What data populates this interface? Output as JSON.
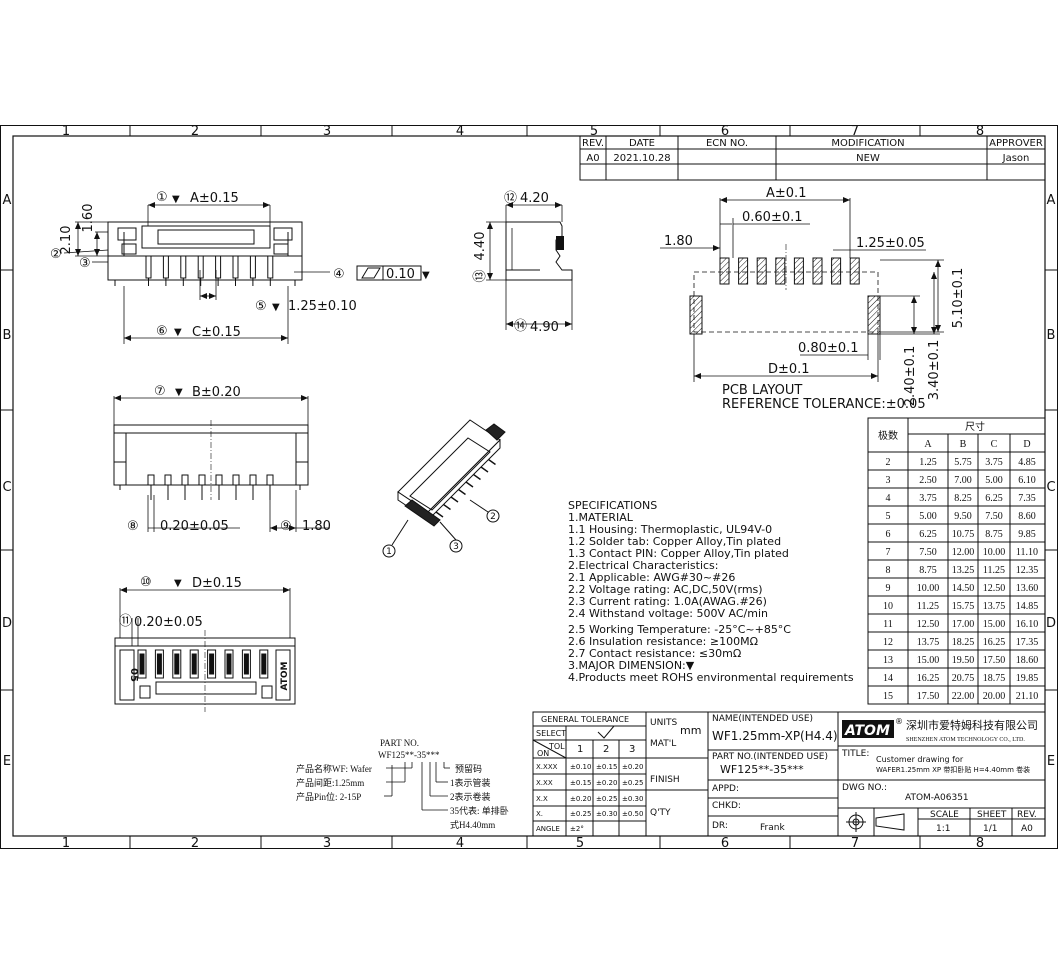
{
  "frame": {
    "col_numbers": [
      "1",
      "2",
      "3",
      "4",
      "5",
      "6",
      "7",
      "8"
    ],
    "row_letters": [
      "A",
      "B",
      "C",
      "D",
      "E"
    ]
  },
  "revision_table": {
    "headers": [
      "REV.",
      "DATE",
      "ECN NO.",
      "MODIFICATION",
      "APPROVER"
    ],
    "row": [
      "A0",
      "2021.10.28",
      "",
      "NEW",
      "Jason"
    ]
  },
  "top_view": {
    "dim_A": "A±0.15",
    "dim_210": "2.10",
    "dim_160": "1.60",
    "flatness": "0.10",
    "dim_pitch": "1.25±0.10",
    "dim_C": "C±0.15",
    "callouts": [
      "①",
      "②",
      "③",
      "④",
      "⑤",
      "⑥"
    ]
  },
  "side_view": {
    "dim_420": "4.20",
    "dim_440": "4.40",
    "dim_490": "4.90",
    "callouts": [
      "⑫",
      "⑬",
      "⑭"
    ]
  },
  "pcb_layout": {
    "dim_A": "A±0.1",
    "dim_060": "0.60±0.1",
    "dim_180": "1.80",
    "dim_125": "1.25±0.05",
    "dim_510": "5.10±0.1",
    "dim_080": "0.80±0.1",
    "dim_D": "D±0.1",
    "dim_240": "2.40±0.1",
    "dim_340": "3.40±0.1",
    "caption_line1": "PCB LAYOUT",
    "caption_line2": "REFERENCE TOLERANCE:±0.05"
  },
  "front_view": {
    "dim_B": "B±0.20",
    "dim_020": "0.20±0.05",
    "dim_180": "1.80",
    "callouts": [
      "⑦",
      "⑧",
      "⑨"
    ]
  },
  "bottom_view": {
    "dim_D": "D±0.15",
    "dim_020": "0.20±0.05",
    "label_left": "05",
    "label_right": "ATOM",
    "callouts": [
      "⑩",
      "⑪"
    ]
  },
  "iso_callouts": [
    "1",
    "2",
    "3"
  ],
  "specifications": {
    "title": "SPECIFICATIONS",
    "lines": [
      "1.MATERIAL",
      "  1.1  Housing: Thermoplastic, UL94V-0",
      "  1.2  Solder tab: Copper Alloy,Tin plated",
      "  1.3  Contact PIN: Copper Alloy,Tin plated",
      "2.Electrical Characteristics:",
      "  2.1  Applicable: AWG#30~#26",
      "  2.2  Voltage rating: AC,DC,50V(rms)",
      "  2.3  Current rating: 1.0A(AWAG.#26)",
      "  2.4  Withstand voltage: 500V AC/min",
      "  2.5  Working Temperature: -25°C~+85°C",
      "  2.6  Insulation resistance: ≥100MΩ",
      "  2.7  Contact resistance: ≤30mΩ",
      "3.MAJOR DIMENSION:▼",
      "4.Products meet ROHS environmental requirements"
    ]
  },
  "dimension_table": {
    "pole_header": "极数",
    "size_header": "尺寸",
    "columns": [
      "A",
      "B",
      "C",
      "D"
    ],
    "rows": [
      [
        "2",
        "1.25",
        "5.75",
        "3.75",
        "4.85"
      ],
      [
        "3",
        "2.50",
        "7.00",
        "5.00",
        "6.10"
      ],
      [
        "4",
        "3.75",
        "8.25",
        "6.25",
        "7.35"
      ],
      [
        "5",
        "5.00",
        "9.50",
        "7.50",
        "8.60"
      ],
      [
        "6",
        "6.25",
        "10.75",
        "8.75",
        "9.85"
      ],
      [
        "7",
        "7.50",
        "12.00",
        "10.00",
        "11.10"
      ],
      [
        "8",
        "8.75",
        "13.25",
        "11.25",
        "12.35"
      ],
      [
        "9",
        "10.00",
        "14.50",
        "12.50",
        "13.60"
      ],
      [
        "10",
        "11.25",
        "15.75",
        "13.75",
        "14.85"
      ],
      [
        "11",
        "12.50",
        "17.00",
        "15.00",
        "16.10"
      ],
      [
        "12",
        "13.75",
        "18.25",
        "16.25",
        "17.35"
      ],
      [
        "13",
        "15.00",
        "19.50",
        "17.50",
        "18.60"
      ],
      [
        "14",
        "16.25",
        "20.75",
        "18.75",
        "19.85"
      ],
      [
        "15",
        "17.50",
        "22.00",
        "20.00",
        "21.10"
      ]
    ]
  },
  "part_no_note": {
    "title": "PART NO.",
    "code": "WF125**-35***",
    "left_lines": [
      "产品名称WF: Wafer",
      "产品间距:1.25mm",
      "产品Pin位: 2-15P"
    ],
    "right_lines": [
      "预留码",
      "1表示管装",
      "2表示卷装"
    ],
    "bottom_lines": [
      "35代表: 单排卧",
      "式H4.40mm"
    ]
  },
  "title_block": {
    "general_tolerance": "GENERAL TOLERANCE",
    "select": "SELECT",
    "tol": "TOL",
    "on": "ON",
    "tol_cols": [
      "1",
      "2",
      "3"
    ],
    "tol_rows": [
      [
        "X.XXX",
        "±0.10",
        "±0.15",
        "±0.20"
      ],
      [
        "X.XX",
        "±0.15",
        "±0.20",
        "±0.25"
      ],
      [
        "X.X",
        "±0.20",
        "±0.25",
        "±0.30"
      ],
      [
        "X.",
        "±0.25",
        "±0.30",
        "±0.50"
      ],
      [
        "ANGLE",
        "±2°",
        "",
        ""
      ]
    ],
    "units": "UNITS",
    "units_value": "mm",
    "matl": "MAT'L",
    "finish": "FINISH",
    "qty": "Q'TY",
    "name_label": "NAME(INTENDED USE)",
    "name_value": "WF1.25mm-XP(H4.4)",
    "partno_label": "PART NO.(INTENDED USE)",
    "partno_value": "WF125**-35***",
    "appd": "APPD:",
    "chkd": "CHKD:",
    "dr": "DR:",
    "dr_value": "Frank",
    "logo": "ATOM",
    "company_cn": "深圳市爱特姆科技有限公司",
    "company_en": "SHENZHEN ATOM TECHNOLOGY CO., LTD.",
    "title_label": "TITLE:",
    "title_line1": "Customer drawing for",
    "title_line2": "WAFER1.25mm XP 带扣卧贴 H=4.40mm 卷装",
    "dwg_label": "DWG NO.:",
    "dwg_value": "ATOM-A06351",
    "scale_label": "SCALE",
    "scale_value": "1:1",
    "sheet_label": "SHEET",
    "sheet_value": "1/1",
    "rev_label": "REV.",
    "rev_value": "A0"
  }
}
